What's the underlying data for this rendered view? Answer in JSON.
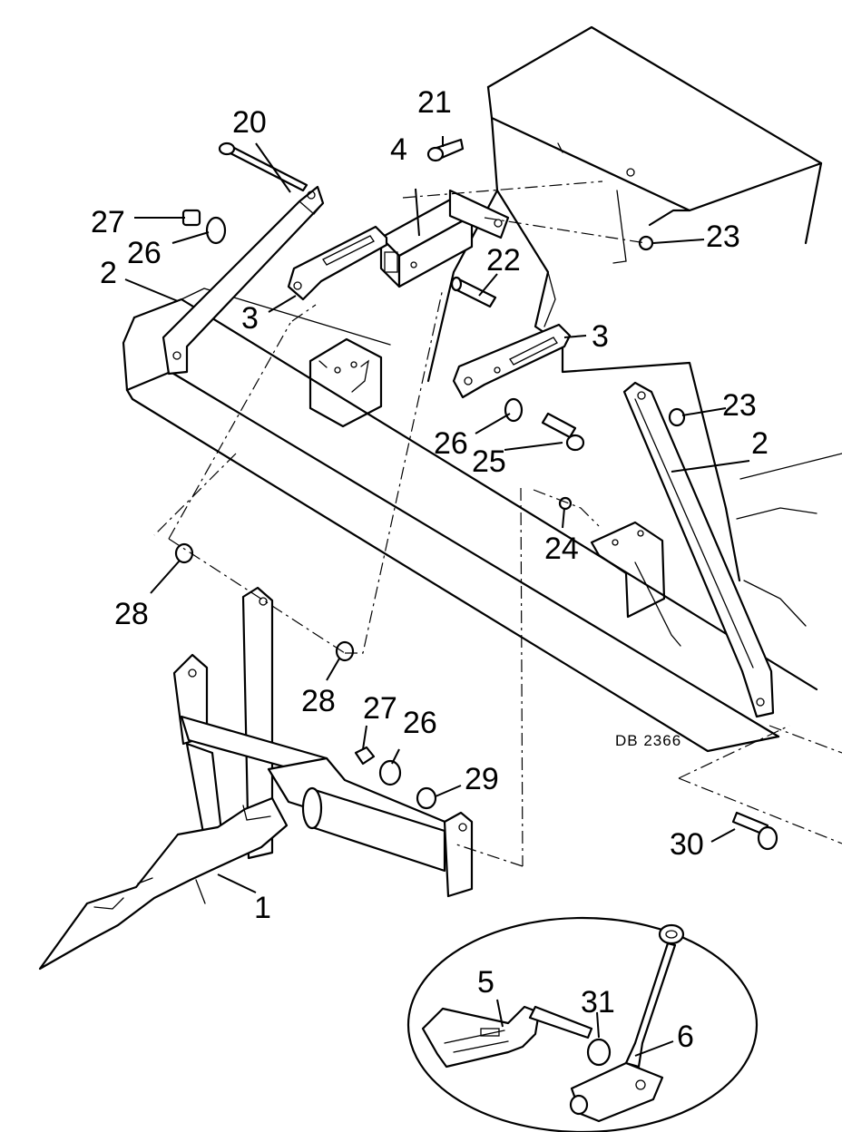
{
  "drawing_ref": "DB 2366",
  "callouts": [
    {
      "id": "c1",
      "label": "1"
    },
    {
      "id": "c2a",
      "label": "2"
    },
    {
      "id": "c2b",
      "label": "2"
    },
    {
      "id": "c3a",
      "label": "3"
    },
    {
      "id": "c3b",
      "label": "3"
    },
    {
      "id": "c4",
      "label": "4"
    },
    {
      "id": "c5",
      "label": "5"
    },
    {
      "id": "c6",
      "label": "6"
    },
    {
      "id": "c20",
      "label": "20"
    },
    {
      "id": "c21",
      "label": "21"
    },
    {
      "id": "c22",
      "label": "22"
    },
    {
      "id": "c23a",
      "label": "23"
    },
    {
      "id": "c23b",
      "label": "23"
    },
    {
      "id": "c24",
      "label": "24"
    },
    {
      "id": "c25",
      "label": "25"
    },
    {
      "id": "c26a",
      "label": "26"
    },
    {
      "id": "c26b",
      "label": "26"
    },
    {
      "id": "c26c",
      "label": "26"
    },
    {
      "id": "c27a",
      "label": "27"
    },
    {
      "id": "c27b",
      "label": "27"
    },
    {
      "id": "c28a",
      "label": "28"
    },
    {
      "id": "c28b",
      "label": "28"
    },
    {
      "id": "c29",
      "label": "29"
    },
    {
      "id": "c30",
      "label": "30"
    },
    {
      "id": "c31",
      "label": "31"
    }
  ]
}
